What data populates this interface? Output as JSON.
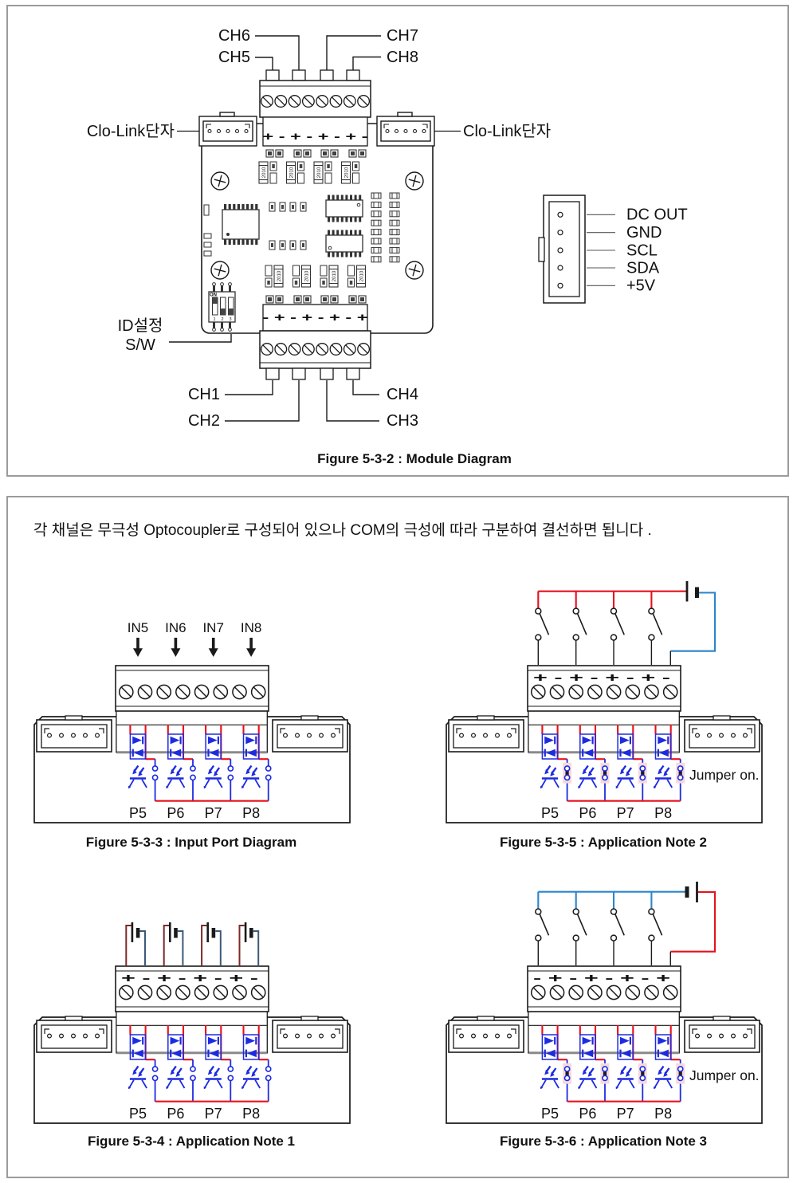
{
  "intro_text": "각 채널은 무극성 Optocoupler로 구성되어 있으나 COM의 극성에 따라 구분하여 결선하면 됩니다 .",
  "module": {
    "caption": "Figure 5-3-2 : Module Diagram",
    "channels": [
      "CH1",
      "CH2",
      "CH3",
      "CH4",
      "CH5",
      "CH6",
      "CH7",
      "CH8"
    ],
    "clo_link_label": "Clo-Link단자",
    "id_switch_line1": "ID설정",
    "id_switch_line2": "S/W",
    "top_polarity": "+ - + - + - + -",
    "bottom_polarity": "- + - + - + - +",
    "resistor_label": "2010",
    "dip_on_label": "ON",
    "dip_numbers": [
      "1",
      "2",
      "3"
    ],
    "pinout_labels": [
      "DC OUT",
      "GND",
      "SCL",
      "SDA",
      "+5V"
    ]
  },
  "figures": {
    "p_labels": [
      "P5",
      "P6",
      "P7",
      "P8"
    ],
    "input_port": {
      "caption": "Figure 5-3-3 : Input Port Diagram",
      "in_labels": [
        "IN5",
        "IN6",
        "IN7",
        "IN8"
      ]
    },
    "note1": {
      "caption": "Figure 5-3-4 : Application Note 1",
      "polarity": "+ - + - + - + -"
    },
    "note2": {
      "caption": "Figure 5-3-5 : Application Note 2",
      "polarity": "+ - + - + - + -",
      "jumper_label": "Jumper on."
    },
    "note3": {
      "caption": "Figure 5-3-6 : Application Note 3",
      "polarity": "- + - + - + - +",
      "jumper_label": "Jumper on."
    }
  },
  "colors": {
    "wire_red": "#e8101c",
    "opto_blue": "#1d2be0",
    "wire_blue": "#2a85cc",
    "battery_maroon": "#7c2a2a",
    "battery_navy": "#3c5a78",
    "jumper_pink": "#f6d9dd",
    "outline": "#1a1a1a"
  }
}
